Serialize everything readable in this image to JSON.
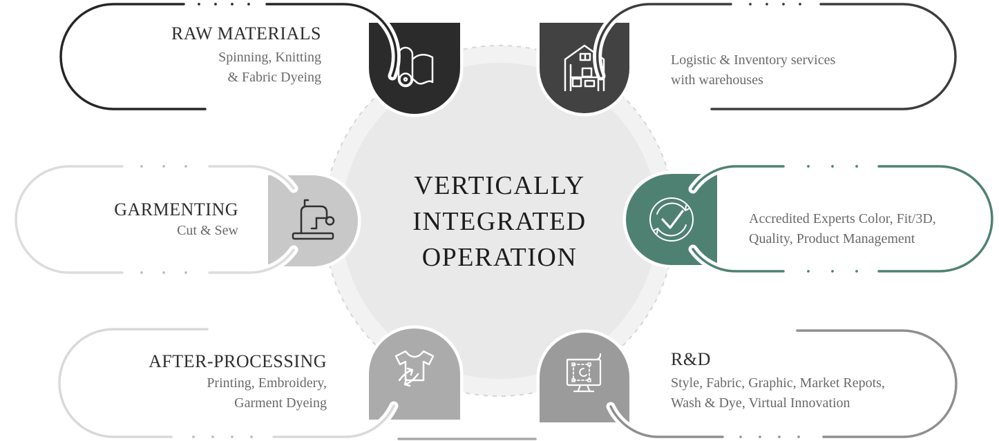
{
  "title": {
    "line1": "VERTICALLY",
    "line2": "INTEGRATED",
    "line3": "OPERATION"
  },
  "center": {
    "fill_outer": "#f2f2f2",
    "fill_inner": "#e9e9e9",
    "dash_color": "#d6d6d6"
  },
  "sections": {
    "raw_materials": {
      "title": "RAW MATERIALS",
      "line1": "Spinning, Knitting",
      "line2": "& Fabric Dyeing",
      "icon": "fabric-roll-icon",
      "node_color": "#2b2b2b",
      "line_color": "#262626",
      "dot_color": "#2b2b2b",
      "icon_color": "#ffffff"
    },
    "logistics": {
      "line1": "Logistic & Inventory services",
      "line2": "with warehouses",
      "icon": "warehouse-icon",
      "node_color": "#424242",
      "line_color": "#3d3d3d",
      "dot_color": "#3d3d3d",
      "icon_color": "#ffffff"
    },
    "garmenting": {
      "title": "GARMENTING",
      "line1": "Cut & Sew",
      "icon": "sewing-machine-icon",
      "node_color": "#c8c8c8",
      "line_color": "#dcdcdc",
      "dot_color": "#bdbdbd",
      "icon_color": "#2f2f2f"
    },
    "accredited": {
      "line1": "Accredited Experts Color, Fit/3D,",
      "line2": "Quality, Product Management",
      "icon": "certified-check-icon",
      "node_color": "#4f8173",
      "line_color": "#4f8173",
      "dot_color": "#4f8173",
      "icon_color": "#ffffff"
    },
    "after_processing": {
      "title": "AFTER-PROCESSING",
      "line1": "Printing, Embroidery,",
      "line2": "Garment Dyeing",
      "icon": "tshirt-recycle-icon",
      "node_color": "#ababab",
      "line_color": "#d9d9d9",
      "dot_color": "#bdbdbd",
      "icon_color": "#ffffff"
    },
    "rnd": {
      "title": "R&D",
      "line1": "Style, Fabric, Graphic, Market Repots,",
      "line2": "Wash & Dye, Virtual Innovation",
      "icon": "design-monitor-icon",
      "node_color": "#9b9b9b",
      "line_color": "#8f8f8f",
      "dot_color": "#9b9b9b",
      "icon_color": "#ffffff"
    }
  },
  "text_colors": {
    "heading": "#2e2e2e",
    "body": "#696969",
    "center_title": "#1c1c1c"
  }
}
